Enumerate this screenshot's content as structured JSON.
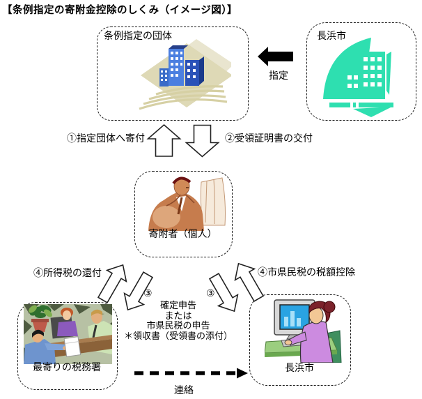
{
  "title": "【条例指定の寄附金控除のしくみ（イメージ図）】",
  "boxes": {
    "designated_org": {
      "label": "条例指定の団体"
    },
    "city_top": {
      "label": "長浜市"
    },
    "donor": {
      "label": "寄附者（個人）"
    },
    "tax_office": {
      "label": "最寄りの税務署"
    },
    "city_bottom": {
      "label": "長浜市"
    }
  },
  "labels": {
    "designation": "指定",
    "step1": "①指定団体へ寄付",
    "step2": "②受領証明書の交付",
    "step3_left": "③",
    "step3_right": "③",
    "step4_income_tax": "④所得税の還付",
    "step4_resident_tax": "④市県民税の税額控除",
    "contact": "連絡"
  },
  "notes": {
    "filing": [
      "確定申告",
      "または",
      "市県民税の申告",
      "＊領収書（受領書の添付）"
    ]
  },
  "colors": {
    "city_icon_green": "#2EDFB0",
    "building_blue": "#4B7FE0",
    "building_dark_blue": "#2A52B8",
    "diamond_beige": "#DED9B6",
    "office_bg_sage": "#B7C1A4",
    "screen_blue": "#2AA3E2",
    "shirt_purple": "#CC8BE0",
    "arrow_black": "#000000"
  }
}
